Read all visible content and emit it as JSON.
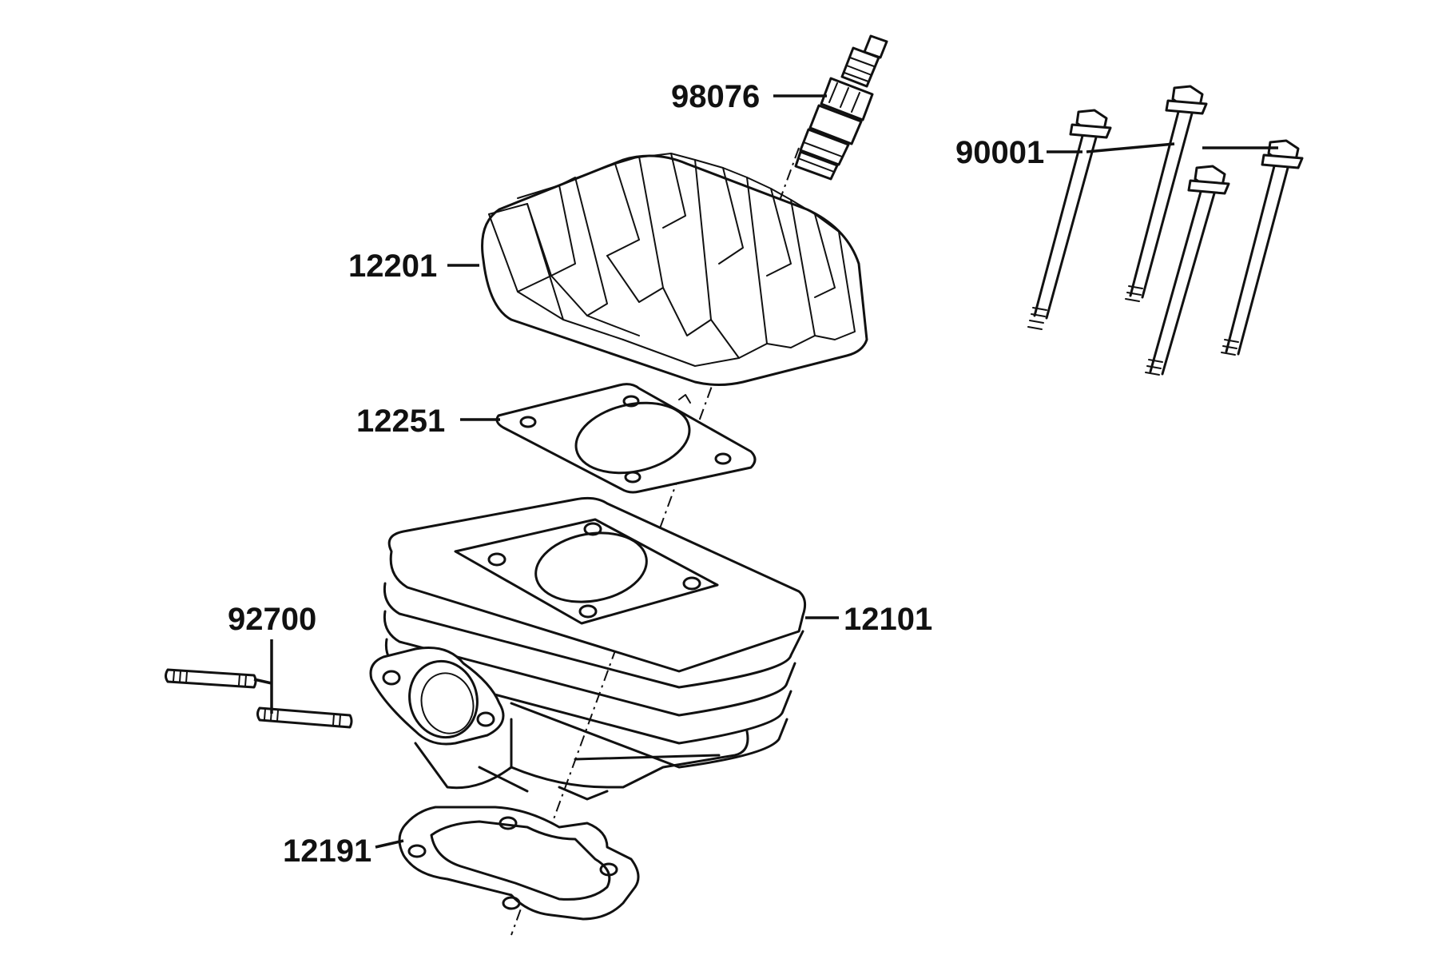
{
  "parts": [
    {
      "id": "spark-plug",
      "number": "98076"
    },
    {
      "id": "bolts",
      "number": "90001"
    },
    {
      "id": "cylinder-head",
      "number": "12201"
    },
    {
      "id": "head-gasket",
      "number": "12251"
    },
    {
      "id": "stud-bolts",
      "number": "92700"
    },
    {
      "id": "cylinder",
      "number": "12101"
    },
    {
      "id": "base-gasket",
      "number": "12191"
    }
  ]
}
